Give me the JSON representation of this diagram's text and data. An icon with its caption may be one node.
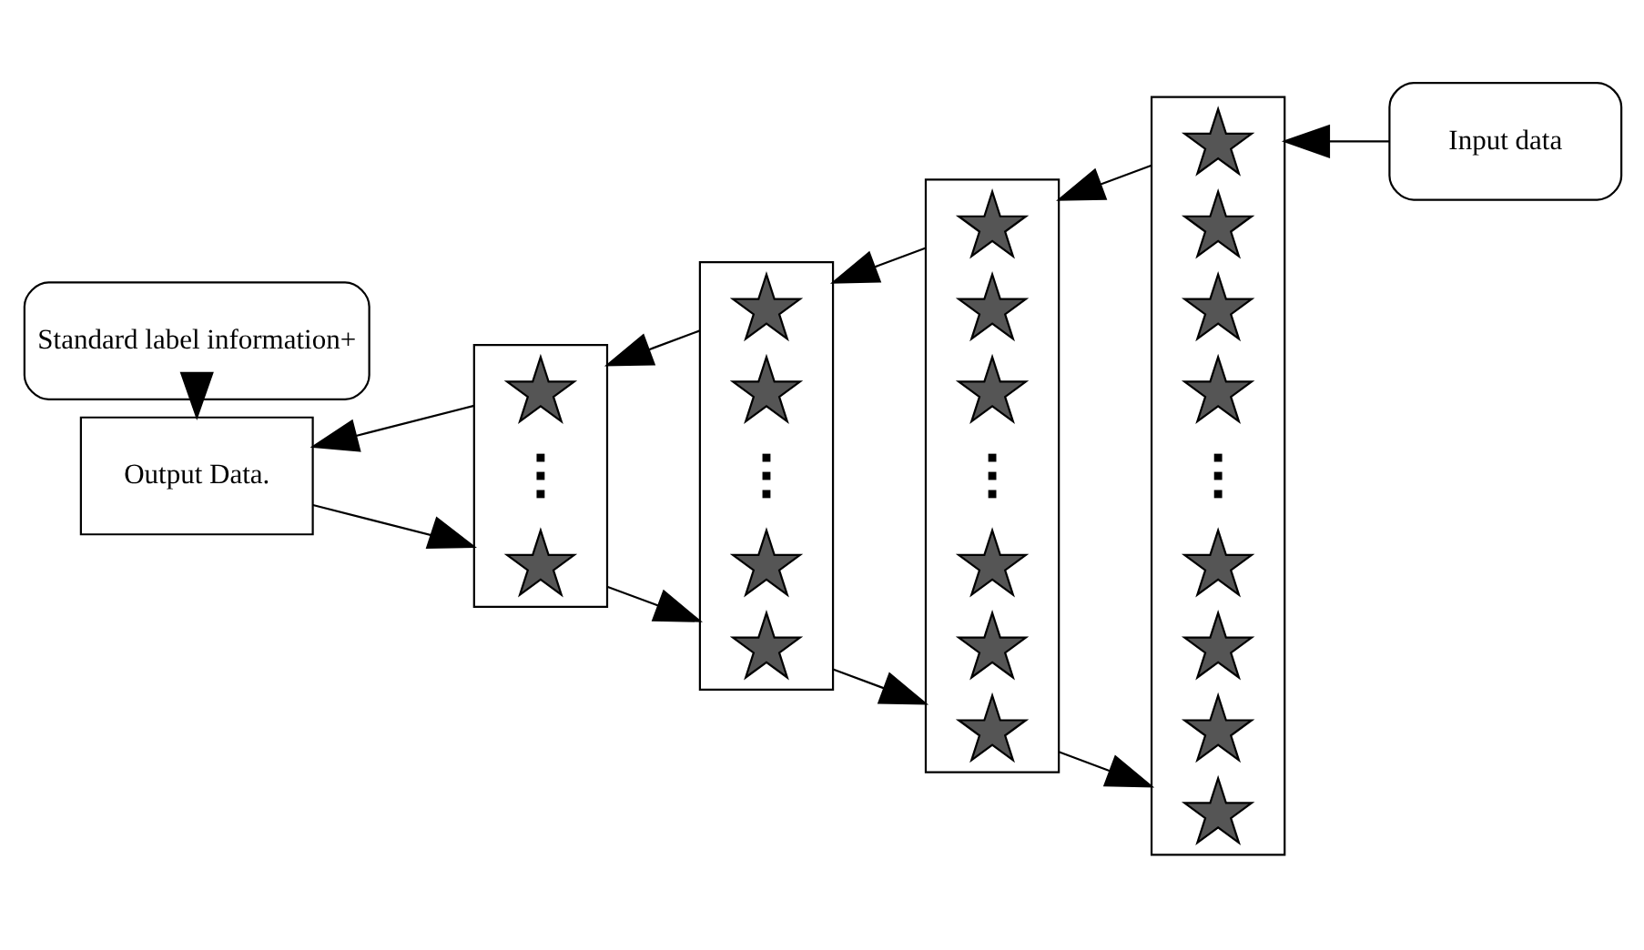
{
  "diagram": {
    "nodes": [
      {
        "text": [
          "Standard label information+"
        ]
      },
      {
        "text": [
          "Output Data."
        ]
      },
      {
        "text": [],
        "shape": "bar"
      },
      {
        "text": [],
        "shape": "star",
        "in": 2
      },
      {
        "text": [],
        "shape": "dots",
        "in": 2
      },
      {
        "text": [],
        "shape": "star",
        "in": 2
      },
      {
        "text": [],
        "shape": "bar"
      },
      {
        "text": [],
        "shape": "star",
        "in": 6
      },
      {
        "text": [],
        "shape": "star",
        "in": 6
      },
      {
        "text": [],
        "shape": "dots",
        "in": 6
      },
      {
        "text": [],
        "shape": "star",
        "in": 6
      },
      {
        "text": [],
        "shape": "star",
        "in": 6
      },
      {
        "text": [],
        "shape": "bar"
      },
      {
        "text": [],
        "shape": "star",
        "in": 12
      },
      {
        "text": [],
        "shape": "star",
        "in": 12
      },
      {
        "text": [],
        "shape": "star",
        "in": 12
      },
      {
        "text": [],
        "shape": "dots",
        "in": 12
      },
      {
        "text": [],
        "shape": "star",
        "in": 12
      },
      {
        "text": [],
        "shape": "star",
        "in": 12
      },
      {
        "text": [],
        "shape": "star",
        "in": 12
      },
      {
        "text": [],
        "shape": "bar"
      },
      {
        "text": [],
        "shape": "star",
        "in": 20
      },
      {
        "text": [],
        "shape": "star",
        "in": 20
      },
      {
        "text": [],
        "shape": "star",
        "in": 20
      },
      {
        "text": [],
        "shape": "star",
        "in": 20
      },
      {
        "text": [],
        "shape": "dots",
        "in": 20
      },
      {
        "text": [],
        "shape": "star",
        "in": 20
      },
      {
        "text": [],
        "shape": "star",
        "in": 20
      },
      {
        "text": [],
        "shape": "star",
        "in": 20
      },
      {
        "text": [],
        "shape": "star",
        "in": 20
      },
      {
        "text": [
          "Input data"
        ]
      }
    ],
    "edges": [
      {
        "from": 0,
        "to": 1,
        "arrow": "to"
      },
      {
        "from": 2,
        "to": 1,
        "arrow": "to"
      },
      {
        "from": 1,
        "to": 2,
        "arrow": "to"
      },
      {
        "from": 6,
        "to": 2,
        "arrow": "to"
      },
      {
        "from": 2,
        "to": 6,
        "arrow": "to"
      },
      {
        "from": 12,
        "to": 6,
        "arrow": "to"
      },
      {
        "from": 6,
        "to": 12,
        "arrow": "to"
      },
      {
        "from": 20,
        "to": 12,
        "arrow": "to"
      },
      {
        "from": 12,
        "to": 20,
        "arrow": "to"
      },
      {
        "from": 30,
        "to": 20,
        "arrow": "to"
      }
    ]
  }
}
